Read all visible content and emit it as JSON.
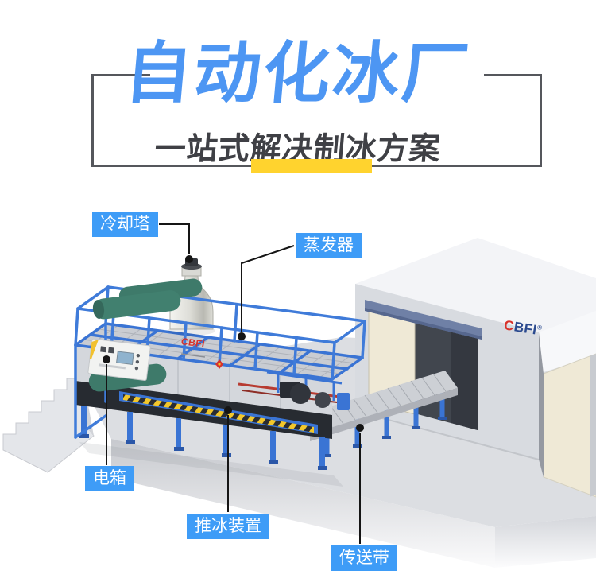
{
  "header": {
    "title": "自动化冰厂",
    "subtitle": "一站式解决制冰方案",
    "title_color": "#4D96F3",
    "accent_bar_color": "#FFD32E"
  },
  "callouts": {
    "cooling_tower": "冷却塔",
    "evaporator": "蒸发器",
    "electric_box": "电箱",
    "ice_pusher": "推冰装置",
    "conveyor": "传送带"
  },
  "branding": {
    "building_logo": {
      "c": "C",
      "rest": "BFI",
      "reg": "®"
    },
    "machine_logo": "CBFI"
  },
  "colors": {
    "badge_blue": "#3E9CF7",
    "machine_blue": "#3A74D4",
    "tank_green": "#41806F",
    "hazard_yellow": "#F2C72B",
    "logo_red": "#D8322B",
    "logo_navy": "#2B4A8F",
    "line_gray": "#55575C"
  }
}
